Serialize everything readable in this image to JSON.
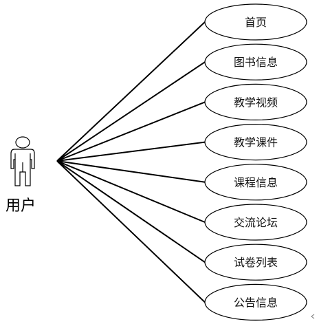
{
  "diagram": {
    "type": "use-case",
    "actor": {
      "label": "用户",
      "icon": "person-icon"
    },
    "use_cases": [
      {
        "label": "首页"
      },
      {
        "label": "图书信息"
      },
      {
        "label": "教学视频"
      },
      {
        "label": "教学课件"
      },
      {
        "label": "课程信息"
      },
      {
        "label": "交流论坛"
      },
      {
        "label": "试卷列表"
      },
      {
        "label": "公告信息"
      }
    ],
    "colors": {
      "stroke": "#000000",
      "fill": "#ffffff"
    }
  }
}
